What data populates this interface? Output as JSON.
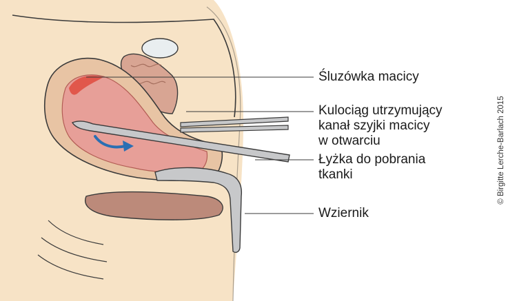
{
  "labels": {
    "endometrium": "Śluzówka macicy",
    "tenaculum": [
      "Kulociąg utrzymujący",
      "kanał szyjki macicy",
      "w otwarciu"
    ],
    "curette": [
      "Łyżka do pobrania",
      "tkanki"
    ],
    "speculum": "Wziernik"
  },
  "copyright": "© Birgitte Lerche-Barlach 2015",
  "colors": {
    "body_skin": "#f7e3c6",
    "uterus_wall": "#e8c4a4",
    "uterus_cavity": "#e79f98",
    "endometrium_red": "#df4a3d",
    "bladder": "#d8a593",
    "bowel": "#bc8a7a",
    "instrument": "#c7c8ca",
    "arrow": "#2a6fb3",
    "outline": "#3a3a3a"
  }
}
